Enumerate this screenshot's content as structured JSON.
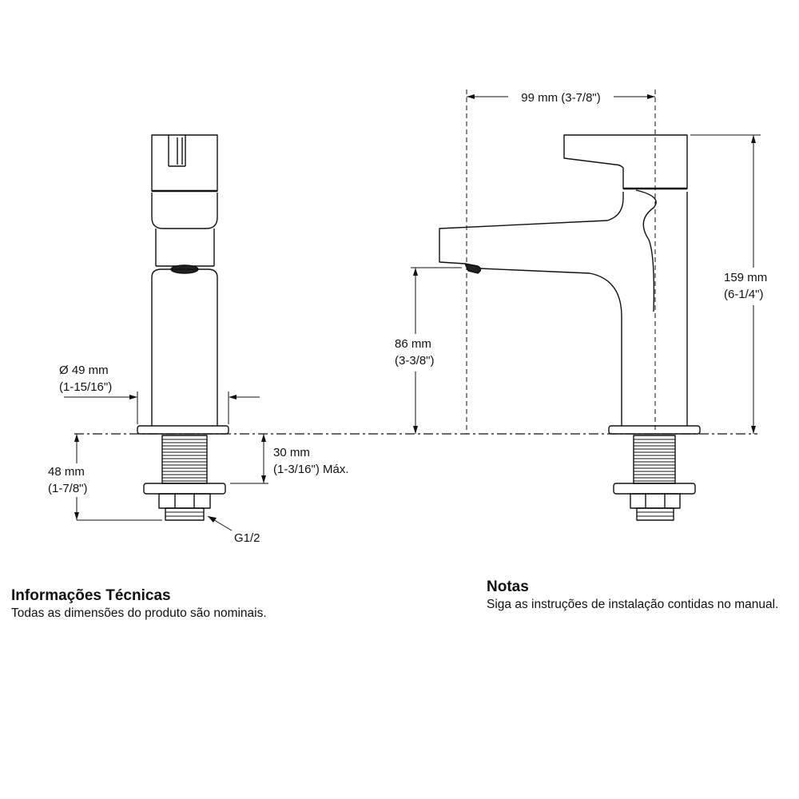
{
  "dimensions": {
    "width_99": "99 mm (3-7/8\")",
    "height_159_mm": "159 mm",
    "height_159_in": "(6-1/4\")",
    "spout_86_mm": "86 mm",
    "spout_86_in": "(3-3/8\")",
    "diameter_49_mm": "Ø 49 mm",
    "diameter_49_in": "(1-15/16\")",
    "deck_30_mm": "30 mm",
    "deck_30_in": "(1-3/16\") Máx.",
    "shank_48_mm": "48 mm",
    "shank_48_in": "(1-7/8\")",
    "thread": "G1/2"
  },
  "technical_info": {
    "heading": "Informações Técnicas",
    "text": "Todas as dimensões do produto são nominais."
  },
  "notes": {
    "heading": "Notas",
    "text": "Siga as instruções de instalação contidas no manual."
  }
}
